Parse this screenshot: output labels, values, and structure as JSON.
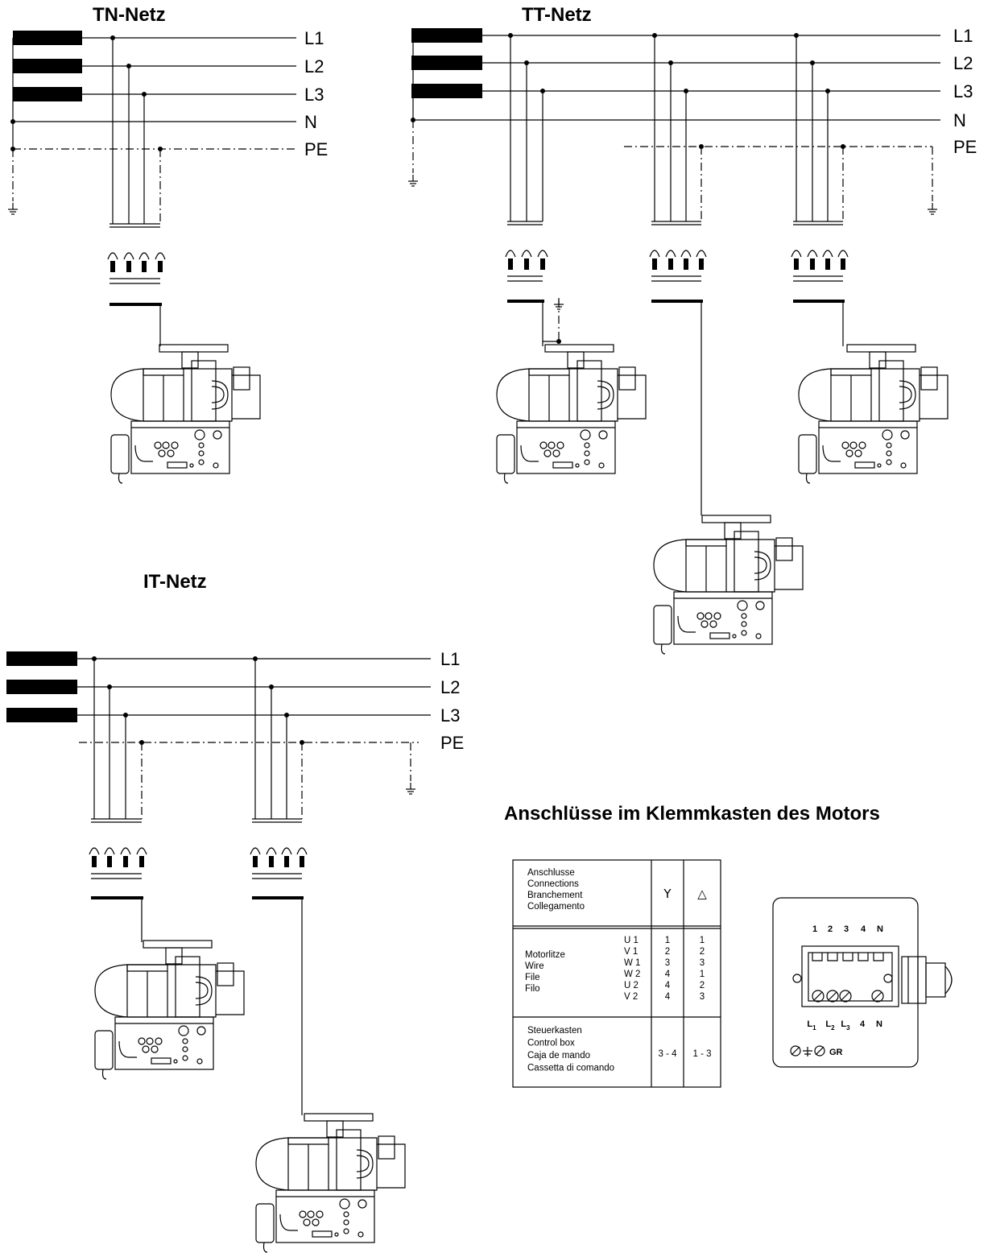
{
  "titles": {
    "tn": "TN-Netz",
    "tt": "TT-Netz",
    "it": "IT-Netz",
    "terminal": "Anschlüsse im Klemmkasten des Motors"
  },
  "line_labels": {
    "tn": [
      "L1",
      "L2",
      "L3",
      "N",
      "PE"
    ],
    "tt": [
      "L1",
      "L2",
      "L3",
      "N",
      "PE"
    ],
    "it": [
      "L1",
      "L2",
      "L3",
      "PE"
    ]
  },
  "connection_table": {
    "header": [
      "Anschlusse",
      "Connections",
      "Branchement",
      "Collegamento"
    ],
    "col_star": "Y",
    "col_delta": "△",
    "wire_labels": [
      "Motorlitze",
      "Wire",
      "File",
      "Filo"
    ],
    "terminals": [
      "U 1",
      "V 1",
      "W 1",
      "W 2",
      "U 2",
      "V 2"
    ],
    "star_values": [
      "1",
      "2",
      "3",
      "4",
      "4",
      "4"
    ],
    "delta_values": [
      "1",
      "2",
      "3",
      "1",
      "2",
      "3"
    ],
    "control_labels": [
      "Steuerkasten",
      "Control box",
      "Caja de mando",
      "Cassetta di comando"
    ],
    "control_star": "3 - 4",
    "control_delta": "1 - 3"
  },
  "terminal_box": {
    "top_labels": [
      "1",
      "2",
      "3",
      "4",
      "N"
    ],
    "bottom_labels": [
      "L",
      "L",
      "L",
      "4",
      "N"
    ],
    "subscripts": [
      "1",
      "2",
      "3"
    ],
    "ground_label": "GR"
  }
}
